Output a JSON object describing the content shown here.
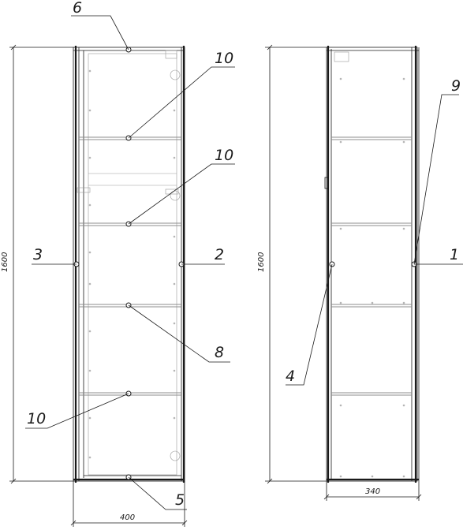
{
  "callouts": {
    "c6": "6",
    "c10a": "10",
    "c10b": "10",
    "c3": "3",
    "c2": "2",
    "c8": "8",
    "c10c": "10",
    "c5": "5",
    "c9": "9",
    "c1": "1",
    "c4": "4"
  },
  "dimensions": {
    "front_height": "1600",
    "front_width": "400",
    "side_height": "1600",
    "side_depth": "340"
  }
}
